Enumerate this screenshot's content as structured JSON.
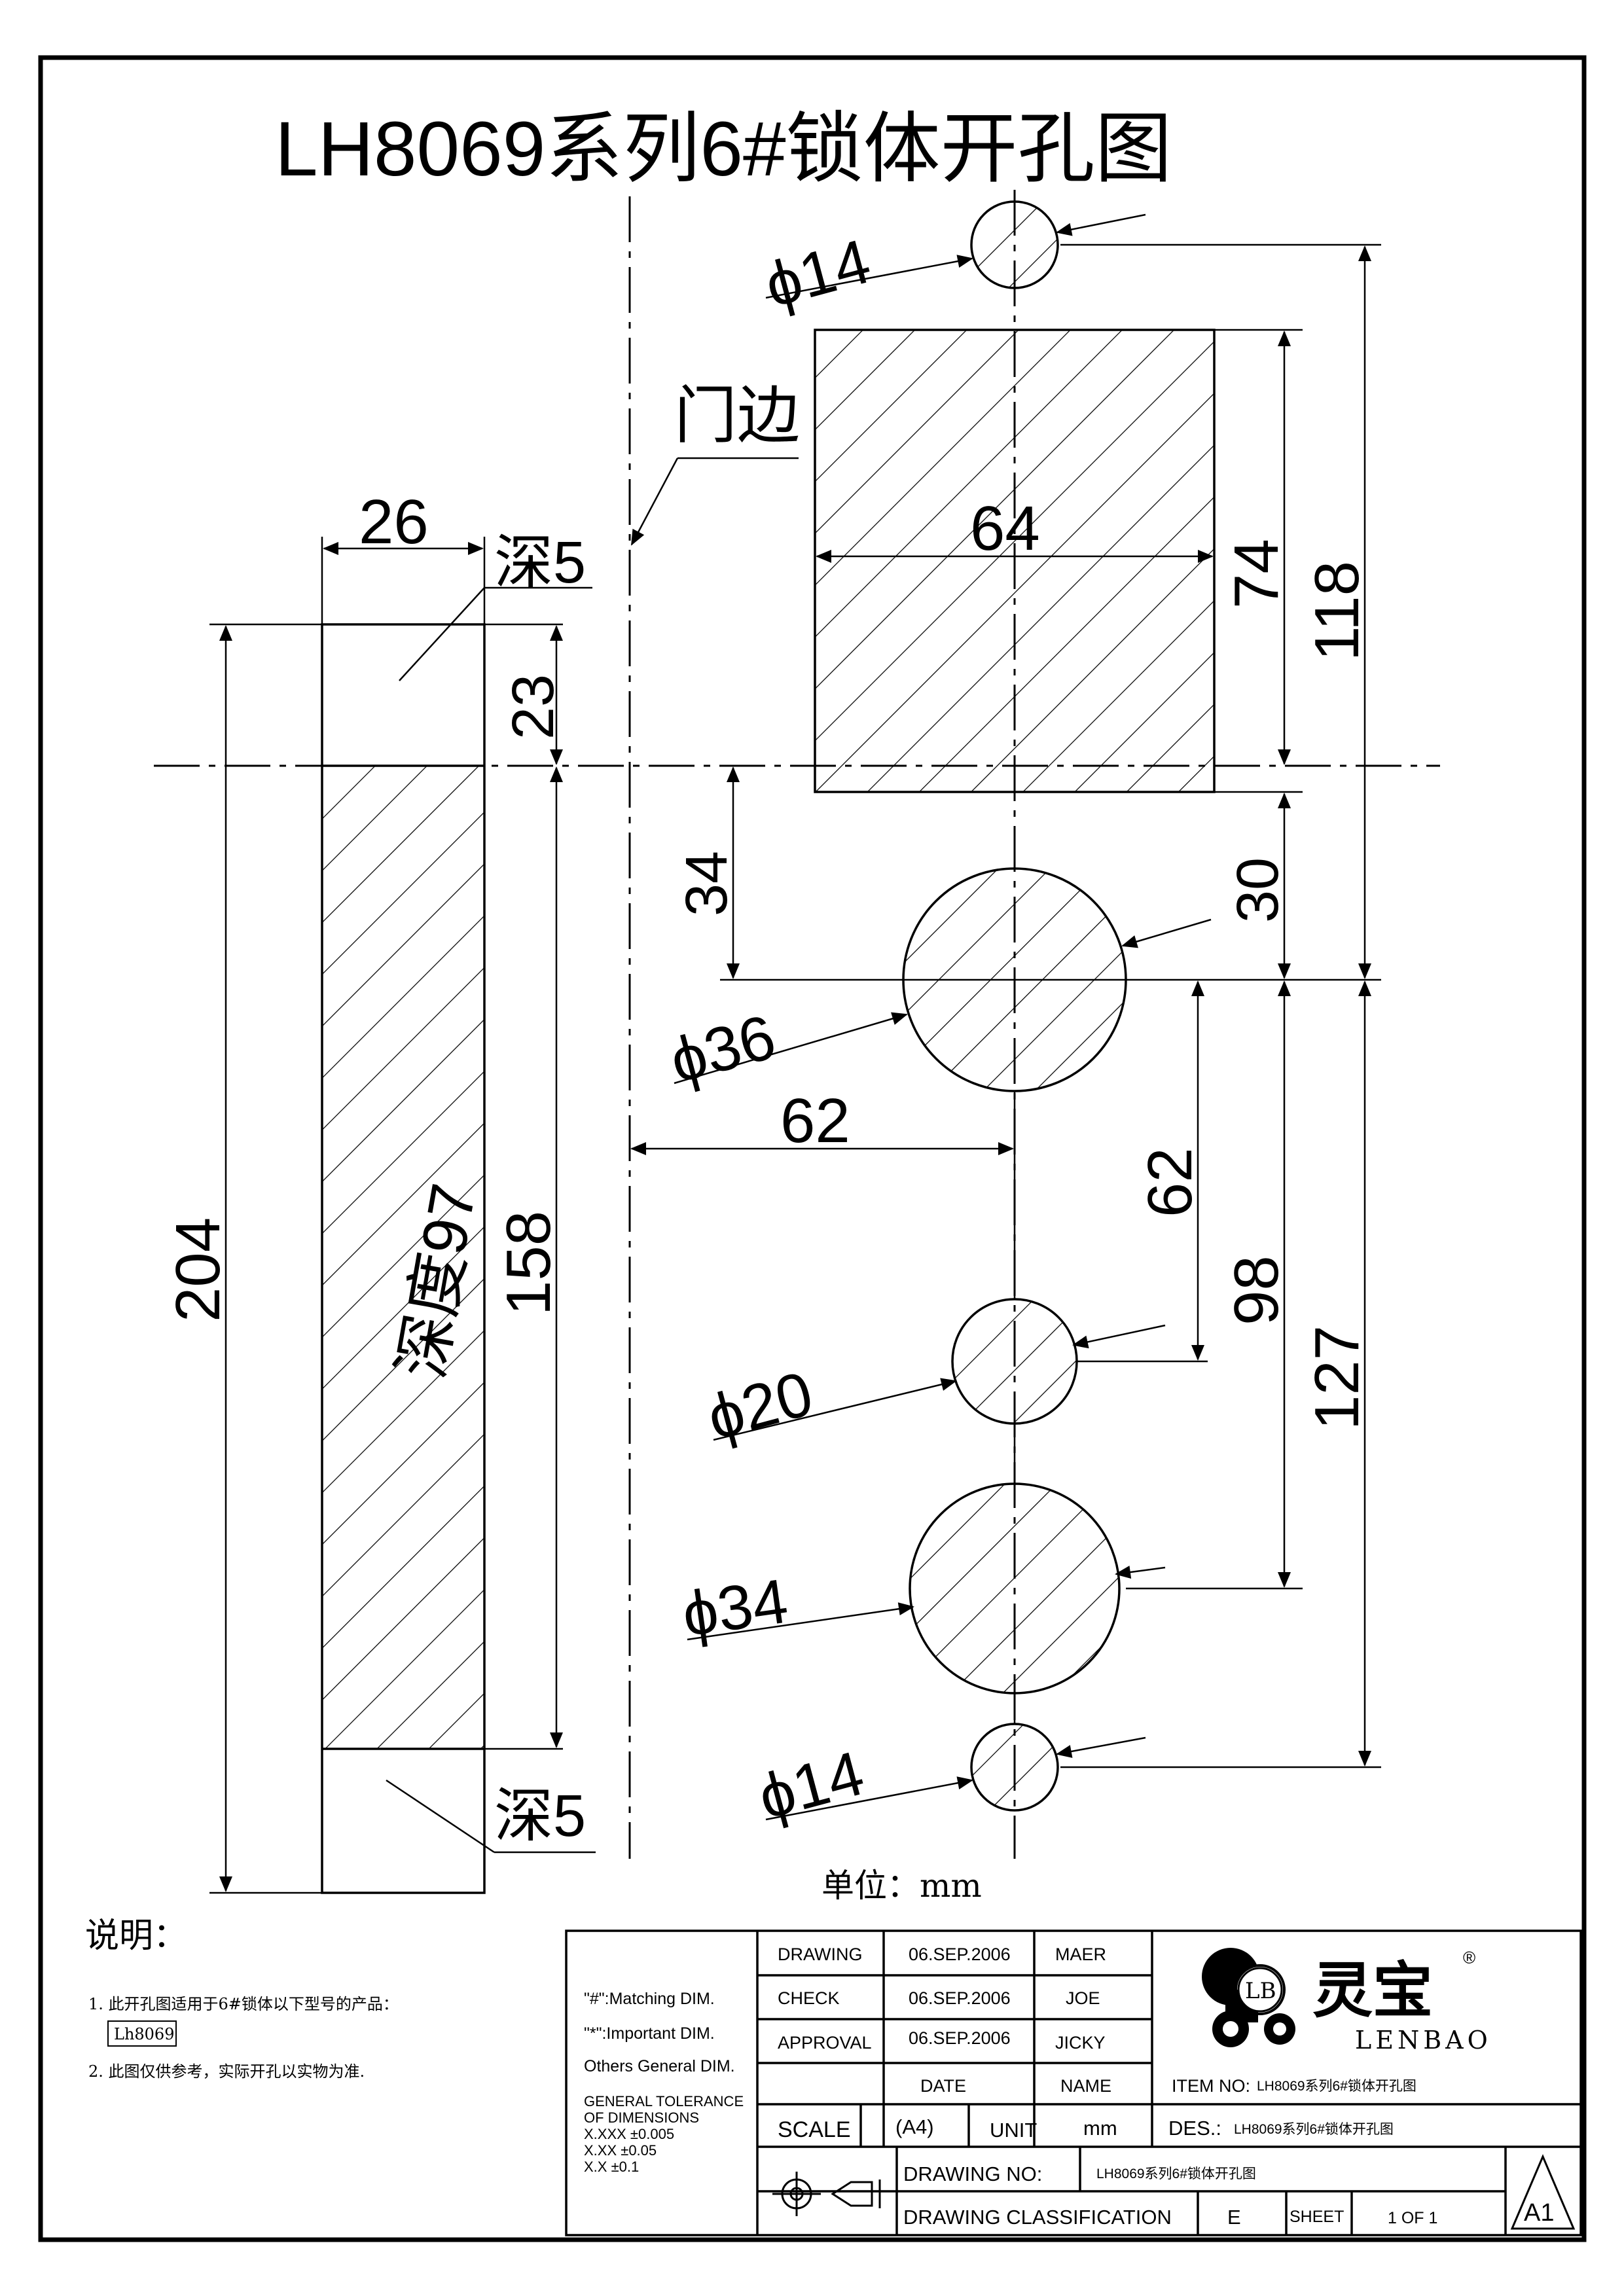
{
  "title": "LH8069系列6#锁体开孔图",
  "labels": {
    "door_edge": "门边",
    "depth_top": "深5",
    "depth_bottom": "深5",
    "depth_slot": "深度97",
    "unit": "单位：mm"
  },
  "dimensions": {
    "d26": "26",
    "d23": "23",
    "d204": "204",
    "d158": "158",
    "d64": "64",
    "d74": "74",
    "d118": "118",
    "d34": "34",
    "d30": "30",
    "d62_h": "62",
    "d62_v": "62",
    "d98": "98",
    "d127": "127",
    "phi14_top": "ϕ14",
    "phi36": "ϕ36",
    "phi20": "ϕ20",
    "phi34": "ϕ34",
    "phi14_bottom": "ϕ14"
  },
  "notes": {
    "heading": "说明：",
    "item1": "1. 此开孔图适用于6#锁体以下型号的产品：",
    "model_box": "Lh8069",
    "item2": "2. 此图仅供参考，实际开孔以实物为准."
  },
  "title_block": {
    "matching": "\"#\":Matching  DIM.",
    "important": "\"*\":Important  DIM.",
    "others": "Others General  DIM.",
    "tol_title_1": "GENERAL TOLERANCE",
    "tol_title_2": "OF DIMENSIONS",
    "tol_xxx": "X.XXX   ±0.005",
    "tol_xx": "X.XX     ±0.05",
    "tol_x": "X.X        ±0.1",
    "drawing_label": "DRAWING",
    "check_label": "CHECK",
    "approval_label": "APPROVAL",
    "drawing_date": "06.SEP.2006",
    "check_date": "06.SEP.2006",
    "approval_date": "06.SEP.2006",
    "drawing_name": "MAER",
    "check_name": "JOE",
    "approval_name": "JICKY",
    "date_header": "DATE",
    "name_header": "NAME",
    "scale_label": "SCALE",
    "scale_value": "(A4)",
    "unit_label": "UNIT",
    "unit_value": "mm",
    "item_no_label": "ITEM NO:",
    "item_no_value": "LH8069系列6#锁体开孔图",
    "des_label": "DES.:",
    "des_value": "LH8069系列6#锁体开孔图",
    "drawing_no_label": "DRAWING  NO:",
    "drawing_no_value": "LH8069系列6#锁体开孔图",
    "classification_label": "DRAWING  CLASSIFICATION",
    "classification_value": "E",
    "sheet_label": "SHEET",
    "sheet_value": "1 OF 1",
    "size_mark": "A1",
    "logo_badge": "LB",
    "brand_cn": "灵宝",
    "brand_en": "LENBAO",
    "registered": "®"
  }
}
